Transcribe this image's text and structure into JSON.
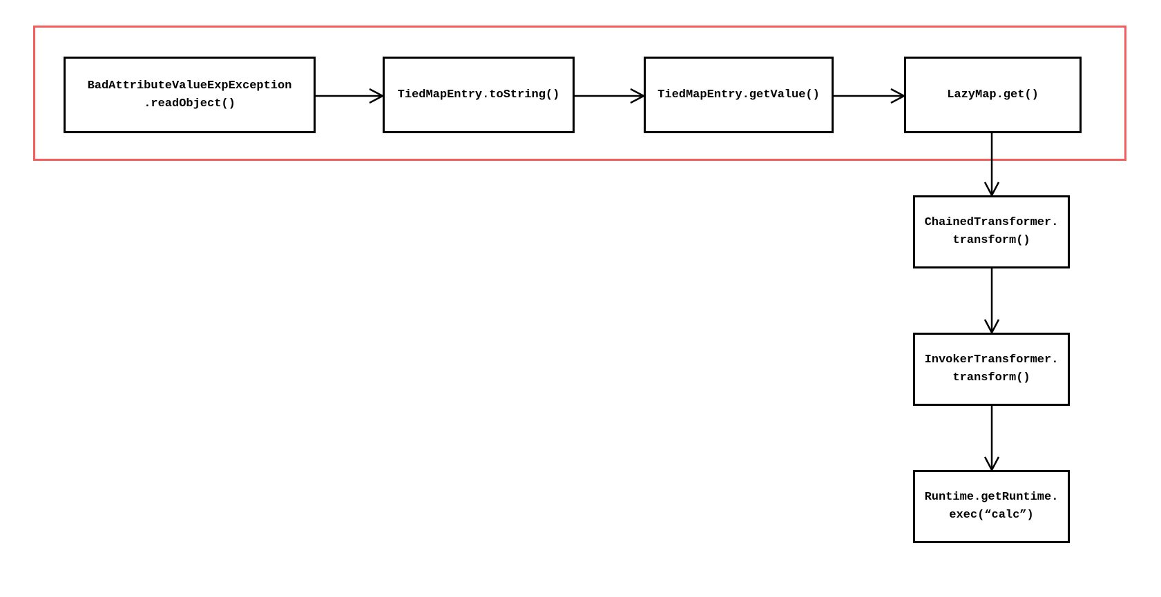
{
  "diagram": {
    "description": "Java deserialization gadget chain flowchart",
    "colors": {
      "node_border": "#000000",
      "node_text": "#000000",
      "arrow": "#000000",
      "highlight_frame": "#f75c5c",
      "background": "#ffffff"
    },
    "nodes": [
      {
        "id": "bad-attribute-value-exp-exception-read-object",
        "lines": [
          "BadAttributeValueExpException",
          ".readObject()"
        ]
      },
      {
        "id": "tied-map-entry-to-string",
        "lines": [
          "TiedMapEntry.toString()"
        ]
      },
      {
        "id": "tied-map-entry-get-value",
        "lines": [
          "TiedMapEntry.getValue()"
        ]
      },
      {
        "id": "lazy-map-get",
        "lines": [
          "LazyMap.get()"
        ]
      },
      {
        "id": "chained-transformer-transform",
        "lines": [
          "ChainedTransformer.",
          "transform()"
        ]
      },
      {
        "id": "invoker-transformer-transform",
        "lines": [
          "InvokerTransformer.",
          "transform()"
        ]
      },
      {
        "id": "runtime-get-runtime-exec-calc",
        "lines": [
          "Runtime.getRuntime.",
          "exec(“calc”)"
        ]
      }
    ],
    "edges": [
      {
        "from": "bad-attribute-value-exp-exception-read-object",
        "to": "tied-map-entry-to-string"
      },
      {
        "from": "tied-map-entry-to-string",
        "to": "tied-map-entry-get-value"
      },
      {
        "from": "tied-map-entry-get-value",
        "to": "lazy-map-get"
      },
      {
        "from": "lazy-map-get",
        "to": "chained-transformer-transform"
      },
      {
        "from": "chained-transformer-transform",
        "to": "invoker-transformer-transform"
      },
      {
        "from": "invoker-transformer-transform",
        "to": "runtime-get-runtime-exec-calc"
      }
    ],
    "highlight_frame_contains": [
      "bad-attribute-value-exp-exception-read-object",
      "tied-map-entry-to-string",
      "tied-map-entry-get-value",
      "lazy-map-get"
    ]
  }
}
